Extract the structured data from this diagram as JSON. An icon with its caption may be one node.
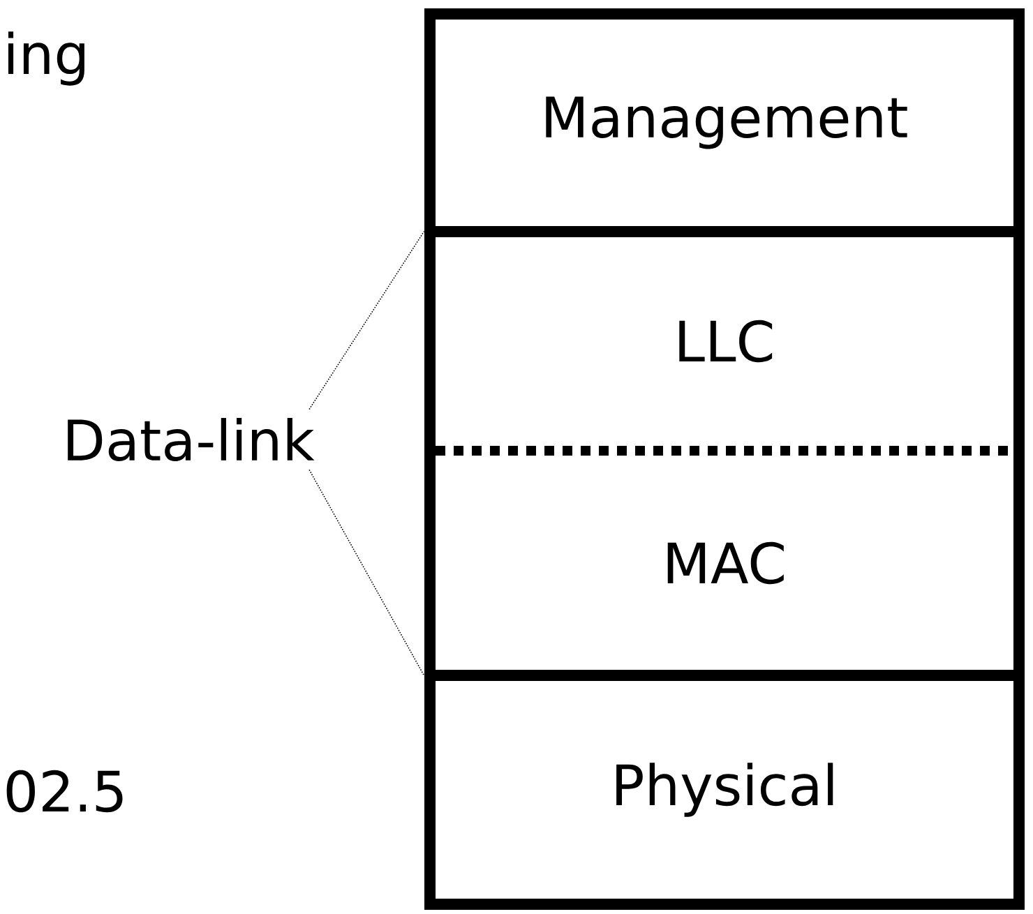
{
  "diagram": {
    "nodes": [
      {
        "text": [
          "Management"
        ]
      },
      {
        "text": [
          "LLC"
        ]
      },
      {
        "text": [
          "MAC"
        ]
      },
      {
        "text": [
          "Physical"
        ]
      },
      {
        "text": [
          "Data-link"
        ]
      }
    ],
    "edges": [
      {
        "from": 4,
        "to": 1,
        "arrow": "none",
        "style": "dashed"
      },
      {
        "from": 4,
        "to": 2,
        "arrow": "none",
        "style": "dashed"
      }
    ],
    "labels": [
      "ing",
      "02.5"
    ]
  }
}
